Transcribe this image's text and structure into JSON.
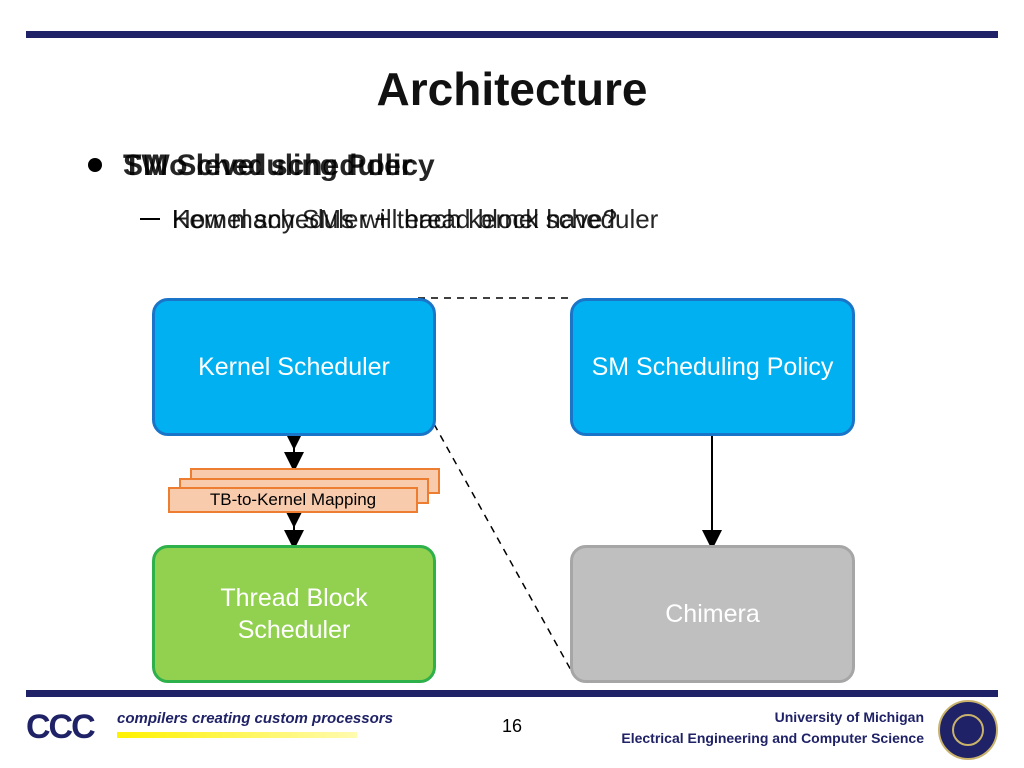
{
  "slide": {
    "title": "Architecture",
    "bullets_overlapping": [
      "TWo level scheduler",
      "SM Scheduling Policy"
    ],
    "sub_overlapping": [
      "Kernel scheduler + thread block scheduler",
      "How many SMs will each kernel have?"
    ],
    "page_number": "16"
  },
  "diagram": {
    "kernel_scheduler": "Kernel Scheduler",
    "sm_policy": "SM Scheduling Policy",
    "mapping": "TB-to-Kernel Mapping",
    "tb_scheduler_line1": "Thread Block",
    "tb_scheduler_line2": "Scheduler",
    "chimera": "Chimera"
  },
  "footer": {
    "logo_text": "CCC",
    "tagline": "compilers creating custom processors",
    "university": "University of Michigan",
    "department": "Electrical Engineering and Computer Science"
  },
  "colors": {
    "accent": "#1f2266",
    "blue_box": "#00b0f0",
    "green_box": "#92d050",
    "gray_box": "#bfbfbf",
    "mapping_box": "#f8cbad"
  }
}
